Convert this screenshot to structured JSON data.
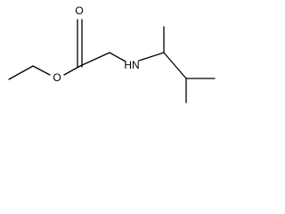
{
  "molecule": {
    "atoms": {
      "o_carbonyl": "O",
      "o_ester": "O",
      "nh": "HN"
    },
    "colors": {
      "bond": "#000000",
      "label": "#000000",
      "background": "#ffffff"
    }
  }
}
